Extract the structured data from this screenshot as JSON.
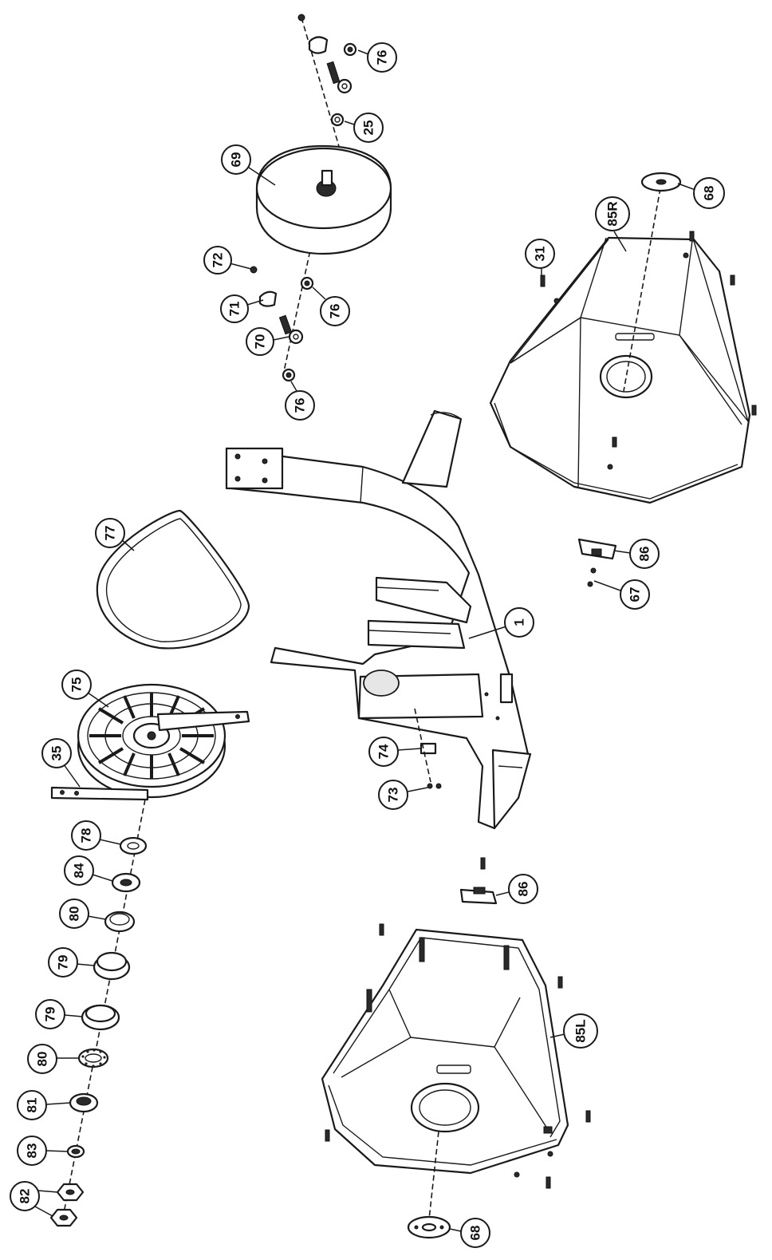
{
  "callouts": [
    {
      "id": "c-76a",
      "label": "76"
    },
    {
      "id": "c-25",
      "label": "25"
    },
    {
      "id": "c-69",
      "label": "69"
    },
    {
      "id": "c-68a",
      "label": "68"
    },
    {
      "id": "c-85r",
      "label": "85R"
    },
    {
      "id": "c-72",
      "label": "72"
    },
    {
      "id": "c-71",
      "label": "71"
    },
    {
      "id": "c-76b",
      "label": "76"
    },
    {
      "id": "c-70",
      "label": "70"
    },
    {
      "id": "c-31",
      "label": "31"
    },
    {
      "id": "c-76c",
      "label": "76"
    },
    {
      "id": "c-77",
      "label": "77"
    },
    {
      "id": "c-86a",
      "label": "86"
    },
    {
      "id": "c-67",
      "label": "67"
    },
    {
      "id": "c-1",
      "label": "1"
    },
    {
      "id": "c-75",
      "label": "75"
    },
    {
      "id": "c-35",
      "label": "35"
    },
    {
      "id": "c-74",
      "label": "74"
    },
    {
      "id": "c-73",
      "label": "73"
    },
    {
      "id": "c-78",
      "label": "78"
    },
    {
      "id": "c-84",
      "label": "84"
    },
    {
      "id": "c-86b",
      "label": "86"
    },
    {
      "id": "c-80a",
      "label": "80"
    },
    {
      "id": "c-79a",
      "label": "79"
    },
    {
      "id": "c-79b",
      "label": "79"
    },
    {
      "id": "c-85l",
      "label": "85L"
    },
    {
      "id": "c-80b",
      "label": "80"
    },
    {
      "id": "c-81",
      "label": "81"
    },
    {
      "id": "c-83",
      "label": "83"
    },
    {
      "id": "c-82",
      "label": "82"
    },
    {
      "id": "c-68b",
      "label": "68"
    }
  ]
}
